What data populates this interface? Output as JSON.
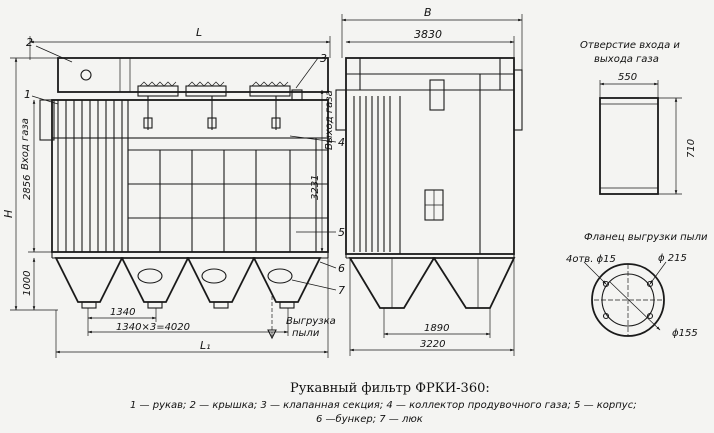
{
  "dimensions": {
    "L": "L",
    "B": "B",
    "H": "H",
    "L1": "L₁",
    "d3830": "3830",
    "d550": "550",
    "d710": "710",
    "d2856": "2856",
    "d3231": "3231",
    "d1000": "1000",
    "d1340": "1340",
    "d1340x3": "1340×3=4020",
    "d1890": "1890",
    "d3220": "3220",
    "phi15": "4отв. ϕ15",
    "phi215": "ϕ 215",
    "phi155": "ϕ155"
  },
  "callouts": {
    "n1": "1",
    "n2": "2",
    "n3": "3",
    "n4": "4",
    "n5": "5",
    "n6": "6",
    "n7": "7"
  },
  "labels": {
    "gas_inlet": "Вход газа",
    "gas_outlet": "Выход газа",
    "dust_outlet_1": "Выгрузка",
    "dust_outlet_2": "пыли",
    "opening_title_1": "Отверстие входа и",
    "opening_title_2": "выхода газа",
    "flange_title": "Фланец выгрузки пыли"
  },
  "caption": {
    "title": "Рукавный фильтр ФРКИ-360:",
    "line": "1 — рукав; 2 — крышка; 3 — клапанная секция; 4 — коллектор продувочного газа; 5 — корпус;",
    "line2": "6 —бункер; 7 — люк"
  }
}
